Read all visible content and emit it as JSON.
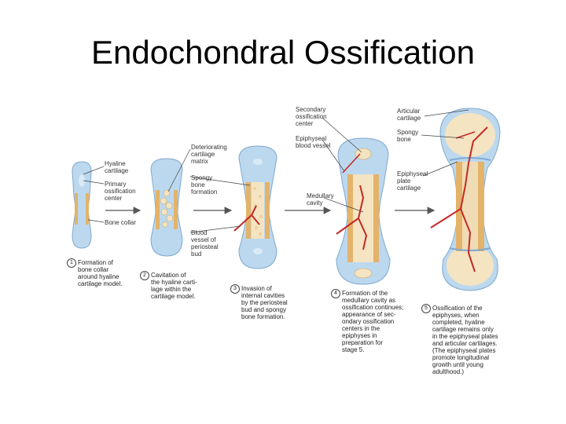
{
  "title": "Endochondral Ossification",
  "colors": {
    "cartilage": "#bcd8ee",
    "cartilage_edge": "#7fa9cf",
    "bone_collar": "#e3b36a",
    "spongy_bone": "#f4e4c2",
    "vessel": "#c62828",
    "arrow": "#555555",
    "leader": "#444444"
  },
  "labels": {
    "hyaline": "Hyaline\ncartilage",
    "primary_center": "Primary\nossification\ncenter",
    "bone_collar": "Bone collar",
    "deteriorating": "Deteriorating\ncartilage\nmatrix",
    "spongy_formation": "Spongy\nbone\nformation",
    "blood_vessel": "Blood\nvessel of\nperiosteal\nbud",
    "secondary_center": "Secondary\nossification\ncenter",
    "epiphyseal_vessel": "Epiphyseal\nblood vessel",
    "medullary_cavity": "Medullary\ncavity",
    "articular": "Articular\ncartilage",
    "spongy_bone": "Spongy\nbone",
    "epiphyseal_plate": "Epiphyseal\nplate\ncartilage"
  },
  "steps": [
    {
      "num": "1",
      "text": "Formation of\nbone collar\naround hyaline\ncartilage model."
    },
    {
      "num": "2",
      "text": "Cavitation of\nthe hyaline carti-\nlage within the\ncartilage model."
    },
    {
      "num": "3",
      "text": "Invasion of\ninternal cavities\nby the periosteal\nbud and spongy\nbone formation."
    },
    {
      "num": "4",
      "text": "Formation of the\nmedullary cavity as\nossification continues;\nappearance of sec-\nondary ossification\ncenters in the\nepiphyses in\npreparation for\nstage 5."
    },
    {
      "num": "5",
      "text": "Ossification of the\nepiphyses, when\ncompleted, hyaline\ncartilage remains only\nin the epiphyseal plates\nand articular cartilages.\n(The epiphyseal plates\npromote longitudinal\ngrowth until young\nadulthood.)"
    }
  ]
}
